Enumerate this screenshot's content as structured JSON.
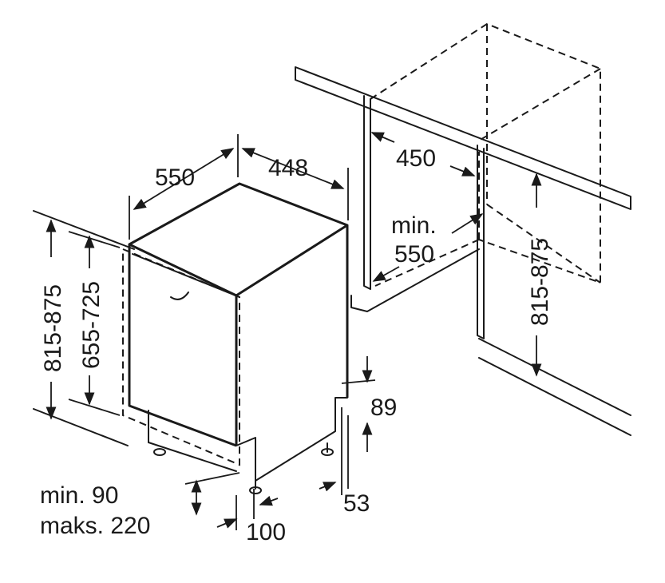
{
  "diagram": {
    "labels": {
      "depth": "550",
      "width": "448",
      "niche_width": "450",
      "niche_depth_min": "min.",
      "niche_depth_value": "550",
      "niche_height_right": "815-875",
      "total_height_left": "815-875",
      "door_height": "655-725",
      "plinth_recess": "89",
      "foot_height": "53",
      "plinth_min": "min. 90",
      "plinth_max": "maks. 220",
      "foot_offset": "100"
    },
    "colors": {
      "line": "#1a1a1a",
      "background": "#ffffff"
    }
  }
}
